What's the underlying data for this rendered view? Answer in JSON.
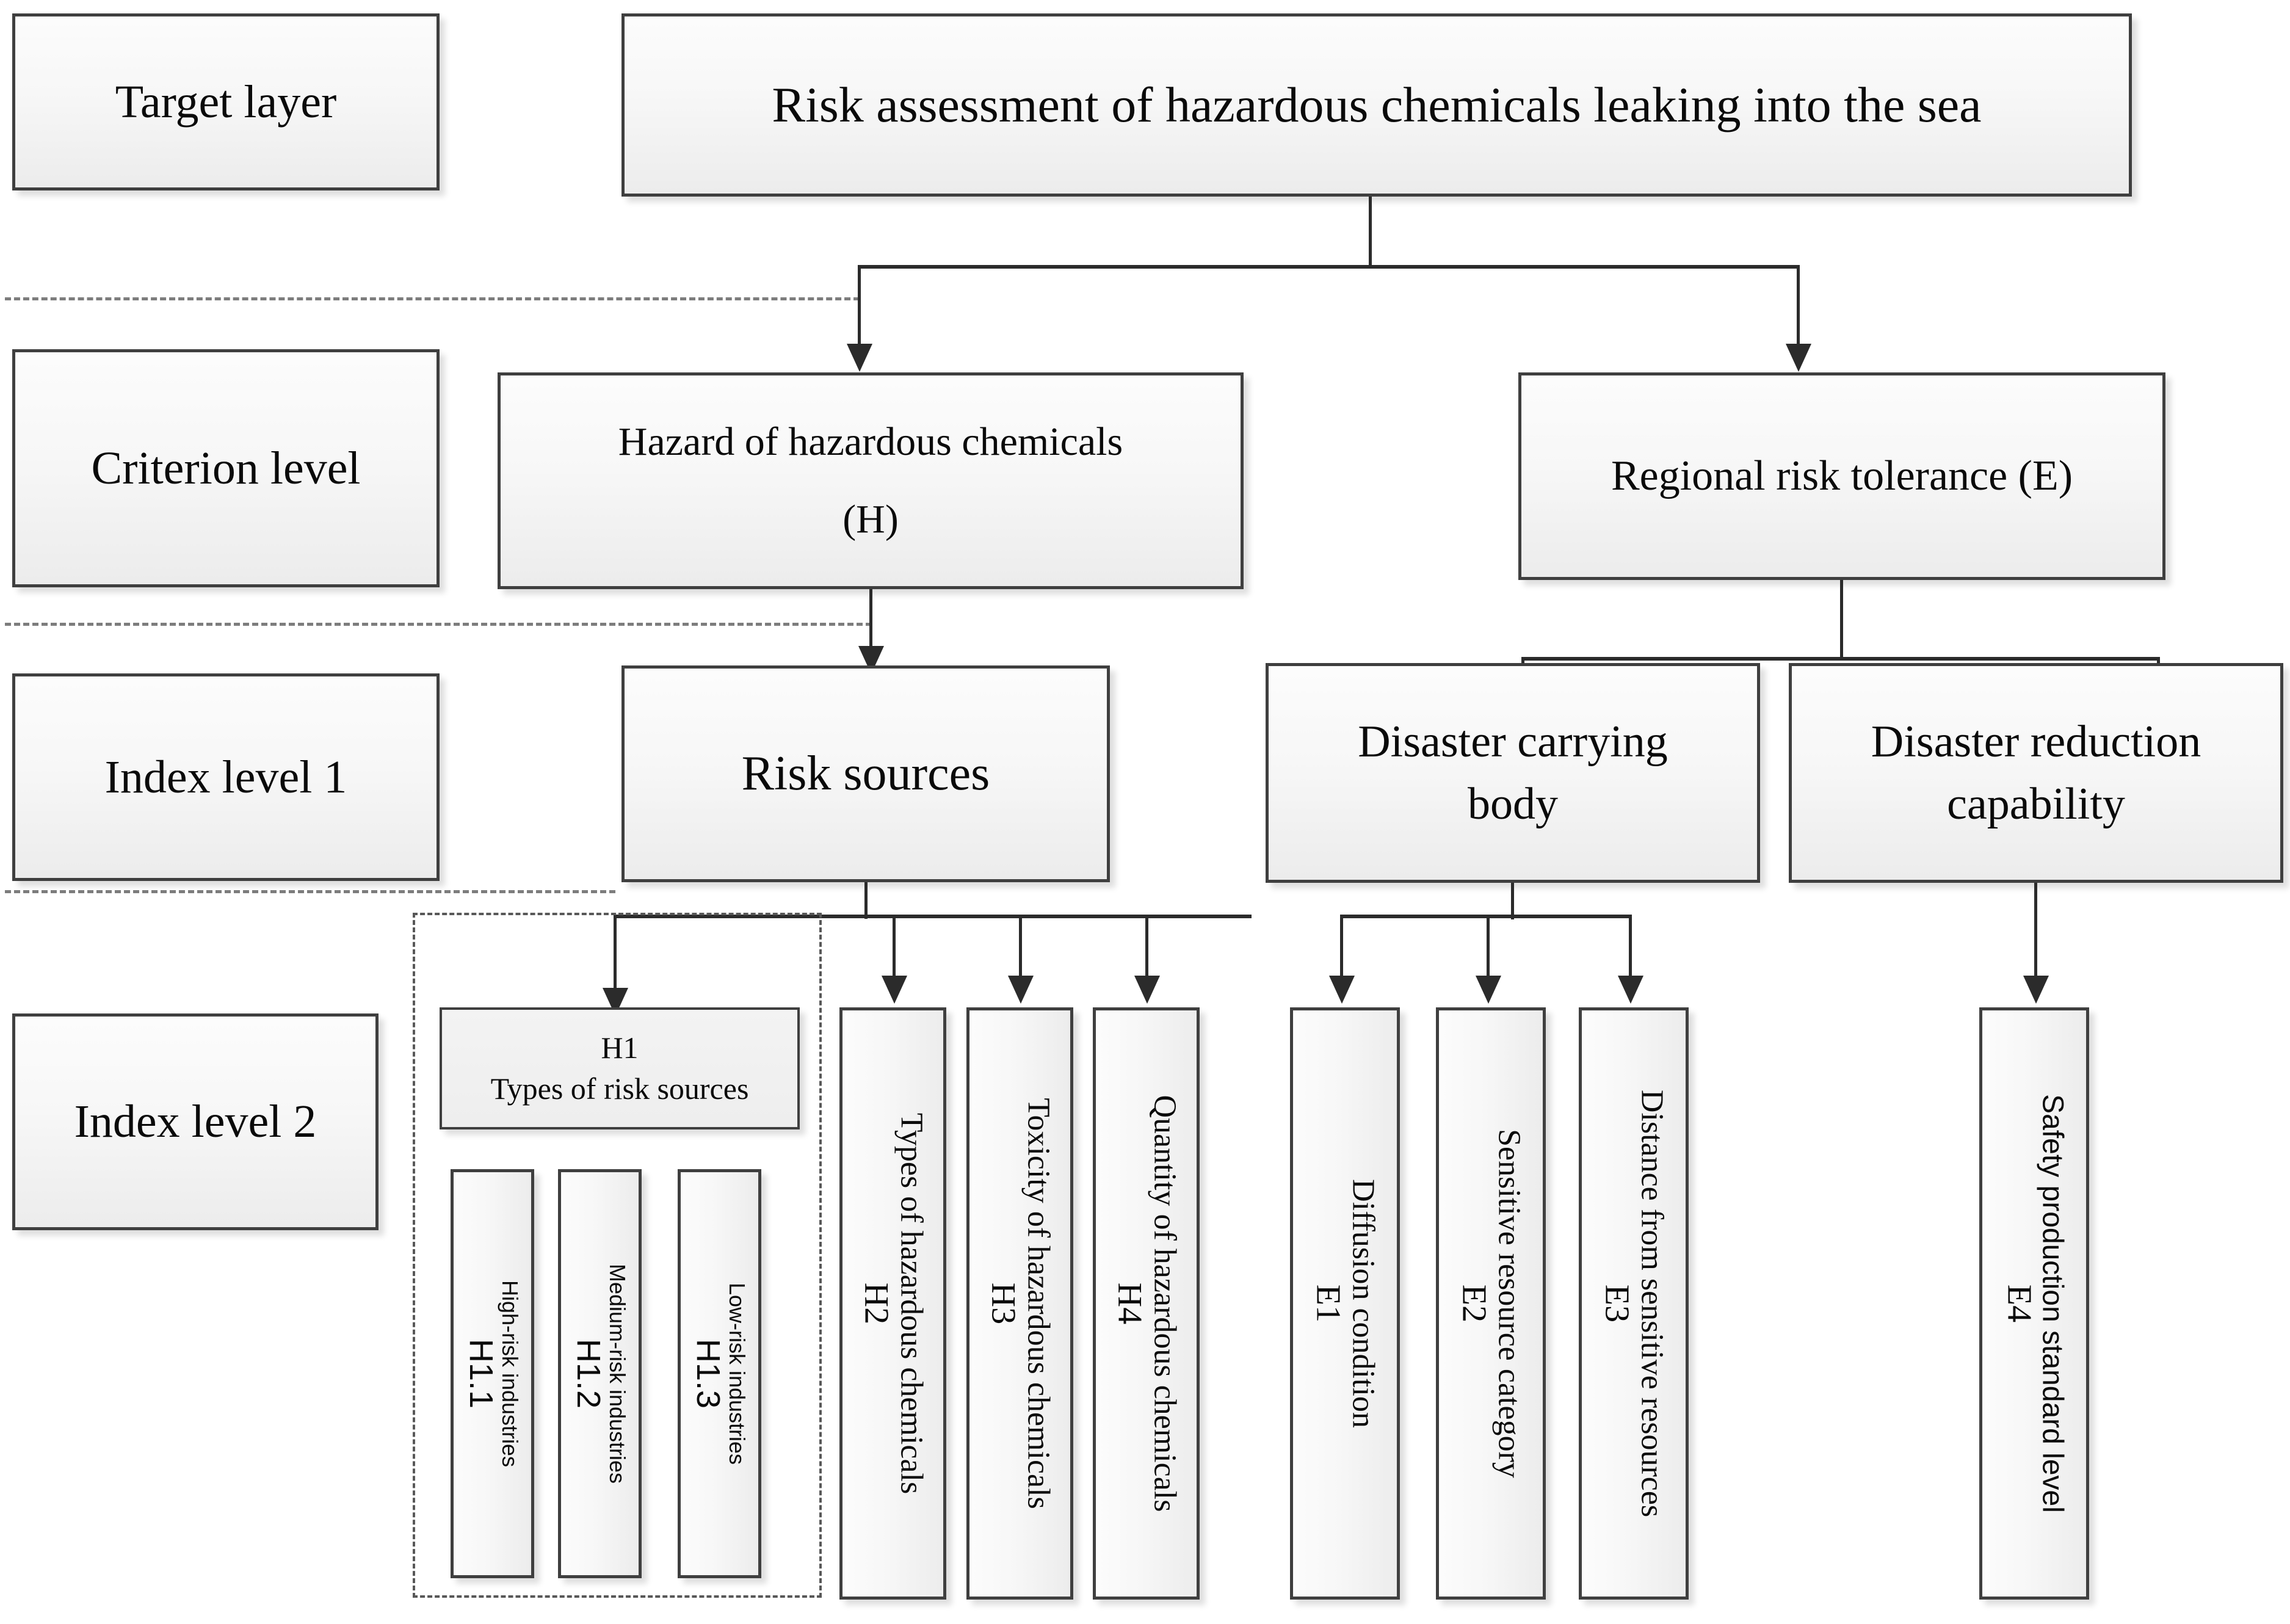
{
  "figure": {
    "title": "Risk assessment of hazardous chemicals leaking into the sea",
    "type": "hierarchy-tree"
  },
  "level_labels": {
    "target": "Target layer",
    "criterion": "Criterion level",
    "index1": "Index level 1",
    "index2": "Index level 2"
  },
  "target_layer": {
    "goal": "Risk assessment of hazardous chemicals leaking into the sea"
  },
  "criterion_level": {
    "hazard": {
      "line1": "Hazard of hazardous chemicals",
      "line2": "(H)"
    },
    "tolerance": {
      "label": "Regional risk tolerance (E)"
    }
  },
  "index_level_1": {
    "risk_sources": "Risk sources",
    "disaster_carrying_body": {
      "line1": "Disaster carrying",
      "line2": "body"
    },
    "disaster_reduction_capability": {
      "line1": "Disaster reduction",
      "line2": "capability"
    }
  },
  "index_level_2": {
    "h1": {
      "code": "H1",
      "desc": "Types of risk sources"
    },
    "h1_children": [
      {
        "code": "H1.1",
        "desc": "High-risk industries"
      },
      {
        "code": "H1.2",
        "desc": "Medium-risk industries"
      },
      {
        "code": "H1.3",
        "desc": "Low-risk industries"
      }
    ],
    "h_items": [
      {
        "code": "H2",
        "desc": "Types of hazardous chemicals"
      },
      {
        "code": "H3",
        "desc": "Toxicity of hazardous chemicals"
      },
      {
        "code": "H4",
        "desc": "Quantity  of hazardous chemicals"
      }
    ],
    "e_items": [
      {
        "code": "E1",
        "desc": "Diffusion condition"
      },
      {
        "code": "E2",
        "desc": "Sensitive resource category"
      },
      {
        "code": "E3",
        "desc": "Distance from sensitive resources"
      }
    ],
    "e4": {
      "code": "E4",
      "desc": "Safety production standard level"
    }
  },
  "colors": {
    "box_border": "#3f3f3f",
    "connector": "#2b2b2b",
    "separator": "#7d7d7d",
    "group_frame": "#585858",
    "text": "#0a0a0a",
    "background": "#ffffff"
  }
}
